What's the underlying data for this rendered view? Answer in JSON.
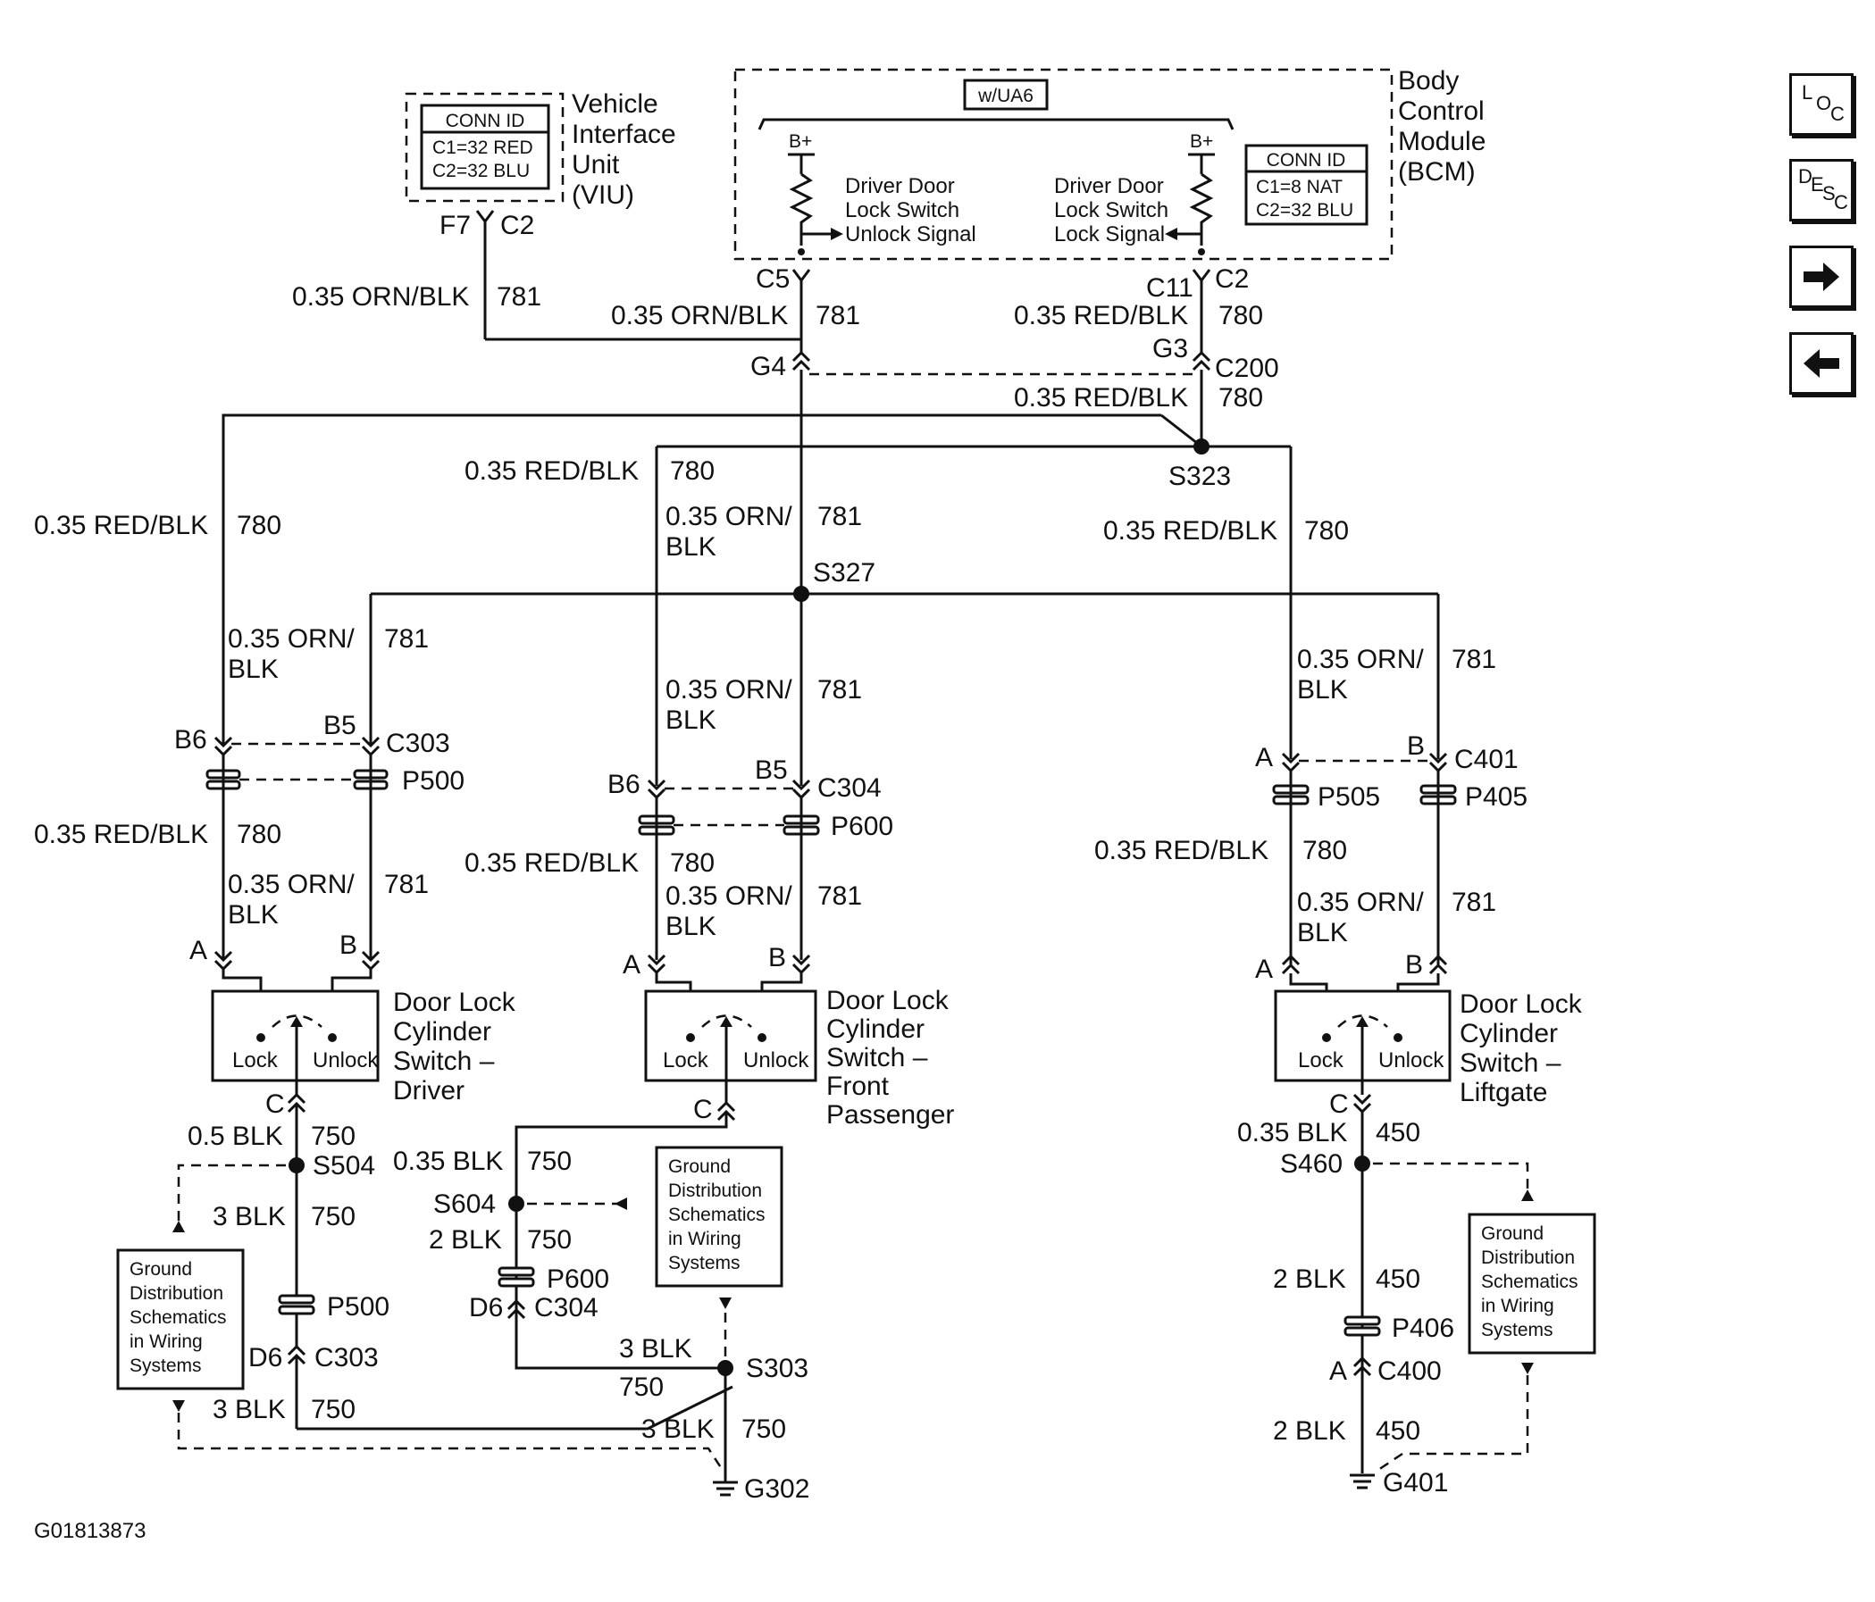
{
  "figure_id": "G01813873",
  "modules": {
    "viu": {
      "name": [
        "Vehicle",
        "Interface",
        "Unit",
        "(VIU)"
      ],
      "conn_title": "CONN ID",
      "conn": [
        "C1=32 RED",
        "C2=32 BLU"
      ],
      "pins": [
        "F7",
        "C2"
      ]
    },
    "bcm": {
      "name": [
        "Body",
        "Control",
        "Module",
        "(BCM)"
      ],
      "option": "w/UA6",
      "conn_title": "CONN ID",
      "conn": [
        "C1=8 NAT",
        "C2=32 BLU"
      ],
      "bplus": "B+",
      "unlock_signal": [
        "Driver Door",
        "Lock Switch",
        "Unlock Signal"
      ],
      "lock_signal": [
        "Driver Door",
        "Lock Switch",
        "Lock Signal"
      ],
      "pins_left": "C5",
      "pins_right": [
        "C11",
        "C2"
      ]
    }
  },
  "wires": {
    "orn781": "0.35 ORN/BLK",
    "red780": "0.35 RED/BLK",
    "orn_a": "0.35 ORN/",
    "orn_b": "BLK",
    "n781": "781",
    "n780": "780",
    "n750": "750",
    "n450": "450",
    "blk05": "0.5 BLK",
    "blk035": "0.35 BLK",
    "blk3": "3 BLK",
    "blk2": "2 BLK"
  },
  "splices": {
    "s323": "S323",
    "s327": "S327",
    "s504": "S504",
    "s604": "S604",
    "s303": "S303",
    "s460": "S460"
  },
  "connectors": {
    "g4": "G4",
    "g3": "G3",
    "c200": "C200",
    "b6": "B6",
    "b5": "B5",
    "c303": "C303",
    "p500": "P500",
    "c304": "C304",
    "p600": "P600",
    "a": "A",
    "b": "B",
    "c": "C",
    "c401": "C401",
    "p505": "P505",
    "p405": "P405",
    "d6": "D6",
    "p406": "P406",
    "c400": "C400"
  },
  "grounds": {
    "g302": "G302",
    "g401": "G401"
  },
  "switches": {
    "lock": "Lock",
    "unlock": "Unlock",
    "driver": [
      "Door Lock",
      "Cylinder",
      "Switch –",
      "Driver"
    ],
    "front": [
      "Door Lock",
      "Cylinder",
      "Switch –",
      "Front",
      "Passenger"
    ],
    "liftgate": [
      "Door Lock",
      "Cylinder",
      "Switch –",
      "Liftgate"
    ]
  },
  "ground_note": [
    "Ground",
    "Distribution",
    "Schematics",
    "in Wiring",
    "Systems"
  ],
  "nav": {
    "loc": {
      "a": "L",
      "b": "O",
      "c": "C"
    },
    "desc": {
      "a": "D",
      "b": "E",
      "c": "S",
      "d": "C"
    },
    "next": "🡆",
    "prev": "🡄"
  }
}
